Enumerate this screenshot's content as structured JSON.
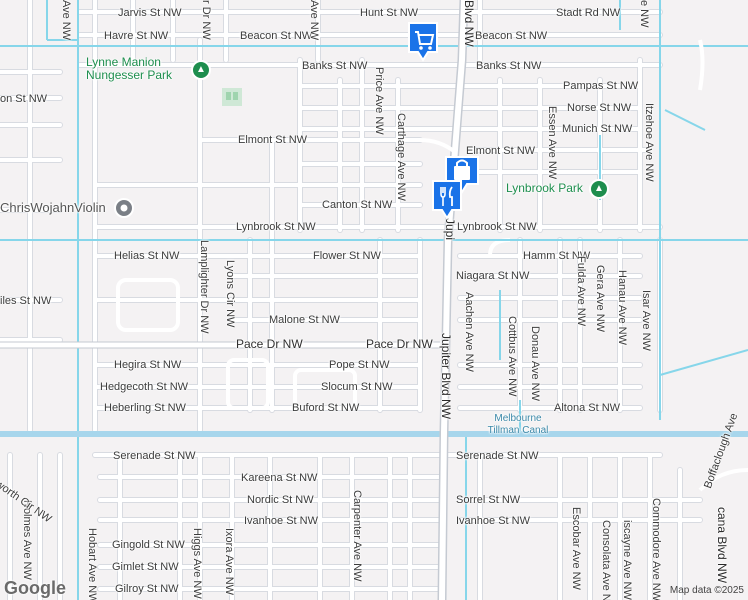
{
  "map": {
    "streets": {
      "jarvis": "Jarvis St NW",
      "hunt": "Hunt St NW",
      "stadt": "Stadt Rd NW",
      "havre": "Havre St NW",
      "beacon_w": "Beacon St NW",
      "beacon_e": "Beacon St NW",
      "banks_w": "Banks St NW",
      "banks_e": "Banks St NW",
      "pampas": "Pampas St NW",
      "norse": "Norse St NW",
      "munich": "Munich St NW",
      "on": "on St NW",
      "elmont_w": "Elmont St NW",
      "elmont_e": "Elmont St NW",
      "canton": "Canton St NW",
      "lynbrook_w": "Lynbrook St NW",
      "lynbrook_e": "Lynbrook St NW",
      "helias": "Helias St NW",
      "flower": "Flower St NW",
      "hamm": "Hamm St NW",
      "niagara": "Niagara St NW",
      "iles": "iles St NW",
      "malone": "Malone St NW",
      "pace_w": "Pace Dr NW",
      "pace_e": "Pace Dr NW",
      "hegira": "Hegira St NW",
      "pope": "Pope St NW",
      "hedgecoth": "Hedgecoth St NW",
      "slocum": "Slocum St NW",
      "heberling": "Heberling St NW",
      "buford": "Buford St NW",
      "altona": "Altona St NW",
      "serenade_w": "Serenade St NW",
      "serenade_e": "Serenade St NW",
      "kareena": "Kareena St NW",
      "nordic": "Nordic St NW",
      "sorrel": "Sorrel St NW",
      "ivanhoe_w": "Ivanhoe St NW",
      "ivanhoe_e": "Ivanhoe St NW",
      "gingold": "Gingold St NW",
      "gimlet": "Gimlet St NW",
      "gilroy": "Gilroy St NW",
      "worth": "worth Cir NW",
      "jupiter": "Jupiter Blvd NW",
      "jupiter_top": "Blvd NW",
      "jupiter_mid": "Jupi",
      "lamplighter": "Lamplighter Dr NW",
      "lyons": "Lyons Cir NW",
      "price": "Price Ave NW",
      "carthage": "Carthage Ave NW",
      "essen": "Essen Ave NW",
      "itzehoe": "Itzehoe Ave NW",
      "fulda": "Fulda Ave NW",
      "gera": "Gera Ave NW",
      "hanau": "Hanau Ave NW",
      "isar": "Isar Ave NW",
      "aachen": "Aachen Ave NW",
      "cottbus": "Cottbus Ave NW",
      "donau": "Donau Ave NW",
      "hobart": "Hobart Ave NW",
      "higgs": "Higgs Ave NW",
      "ixora": "Ixora Ave NW",
      "carpenter": "Carpenter Ave NW",
      "holmes": "Holmes Ave NW",
      "escobar": "Escobar Ave NW",
      "consolata": "Consolata Ave NW",
      "biscayne": "iscayne Ave NW",
      "commodore": "Commodore Ave NW",
      "boffadough": "Boffaclough Ave",
      "cana": "cana Blvd NW",
      "top_ave_a": "Ave NW",
      "top_ave_b": "r Dr NW",
      "top_ave_c": "Ave NW",
      "top_ave_d": "e NW"
    },
    "places": {
      "lynne_park": "Lynne Manion Nungesser Park",
      "lynbrook_park": "Lynbrook Park",
      "violin": "ChrisWojahnViolin",
      "canal": "Melbourne Tillman Canal"
    },
    "icons": {
      "shopping": "shopping-cart-icon",
      "bag": "shopping-bag-icon",
      "restaurant": "fork-knife-icon",
      "park": "tree-icon",
      "poi": "violin-icon"
    },
    "colors": {
      "background": "#f4f2f3",
      "road": "#ffffff",
      "road_edge": "#d5d8de",
      "major_road": "#c9cdd4",
      "boundary": "#7fd3e8",
      "canal": "#9fd2ea",
      "park_text": "#1e8e4e",
      "pin_blue": "#1a73e8"
    },
    "branding": {
      "logo": "Google",
      "attribution": "Map data ©2025"
    }
  }
}
